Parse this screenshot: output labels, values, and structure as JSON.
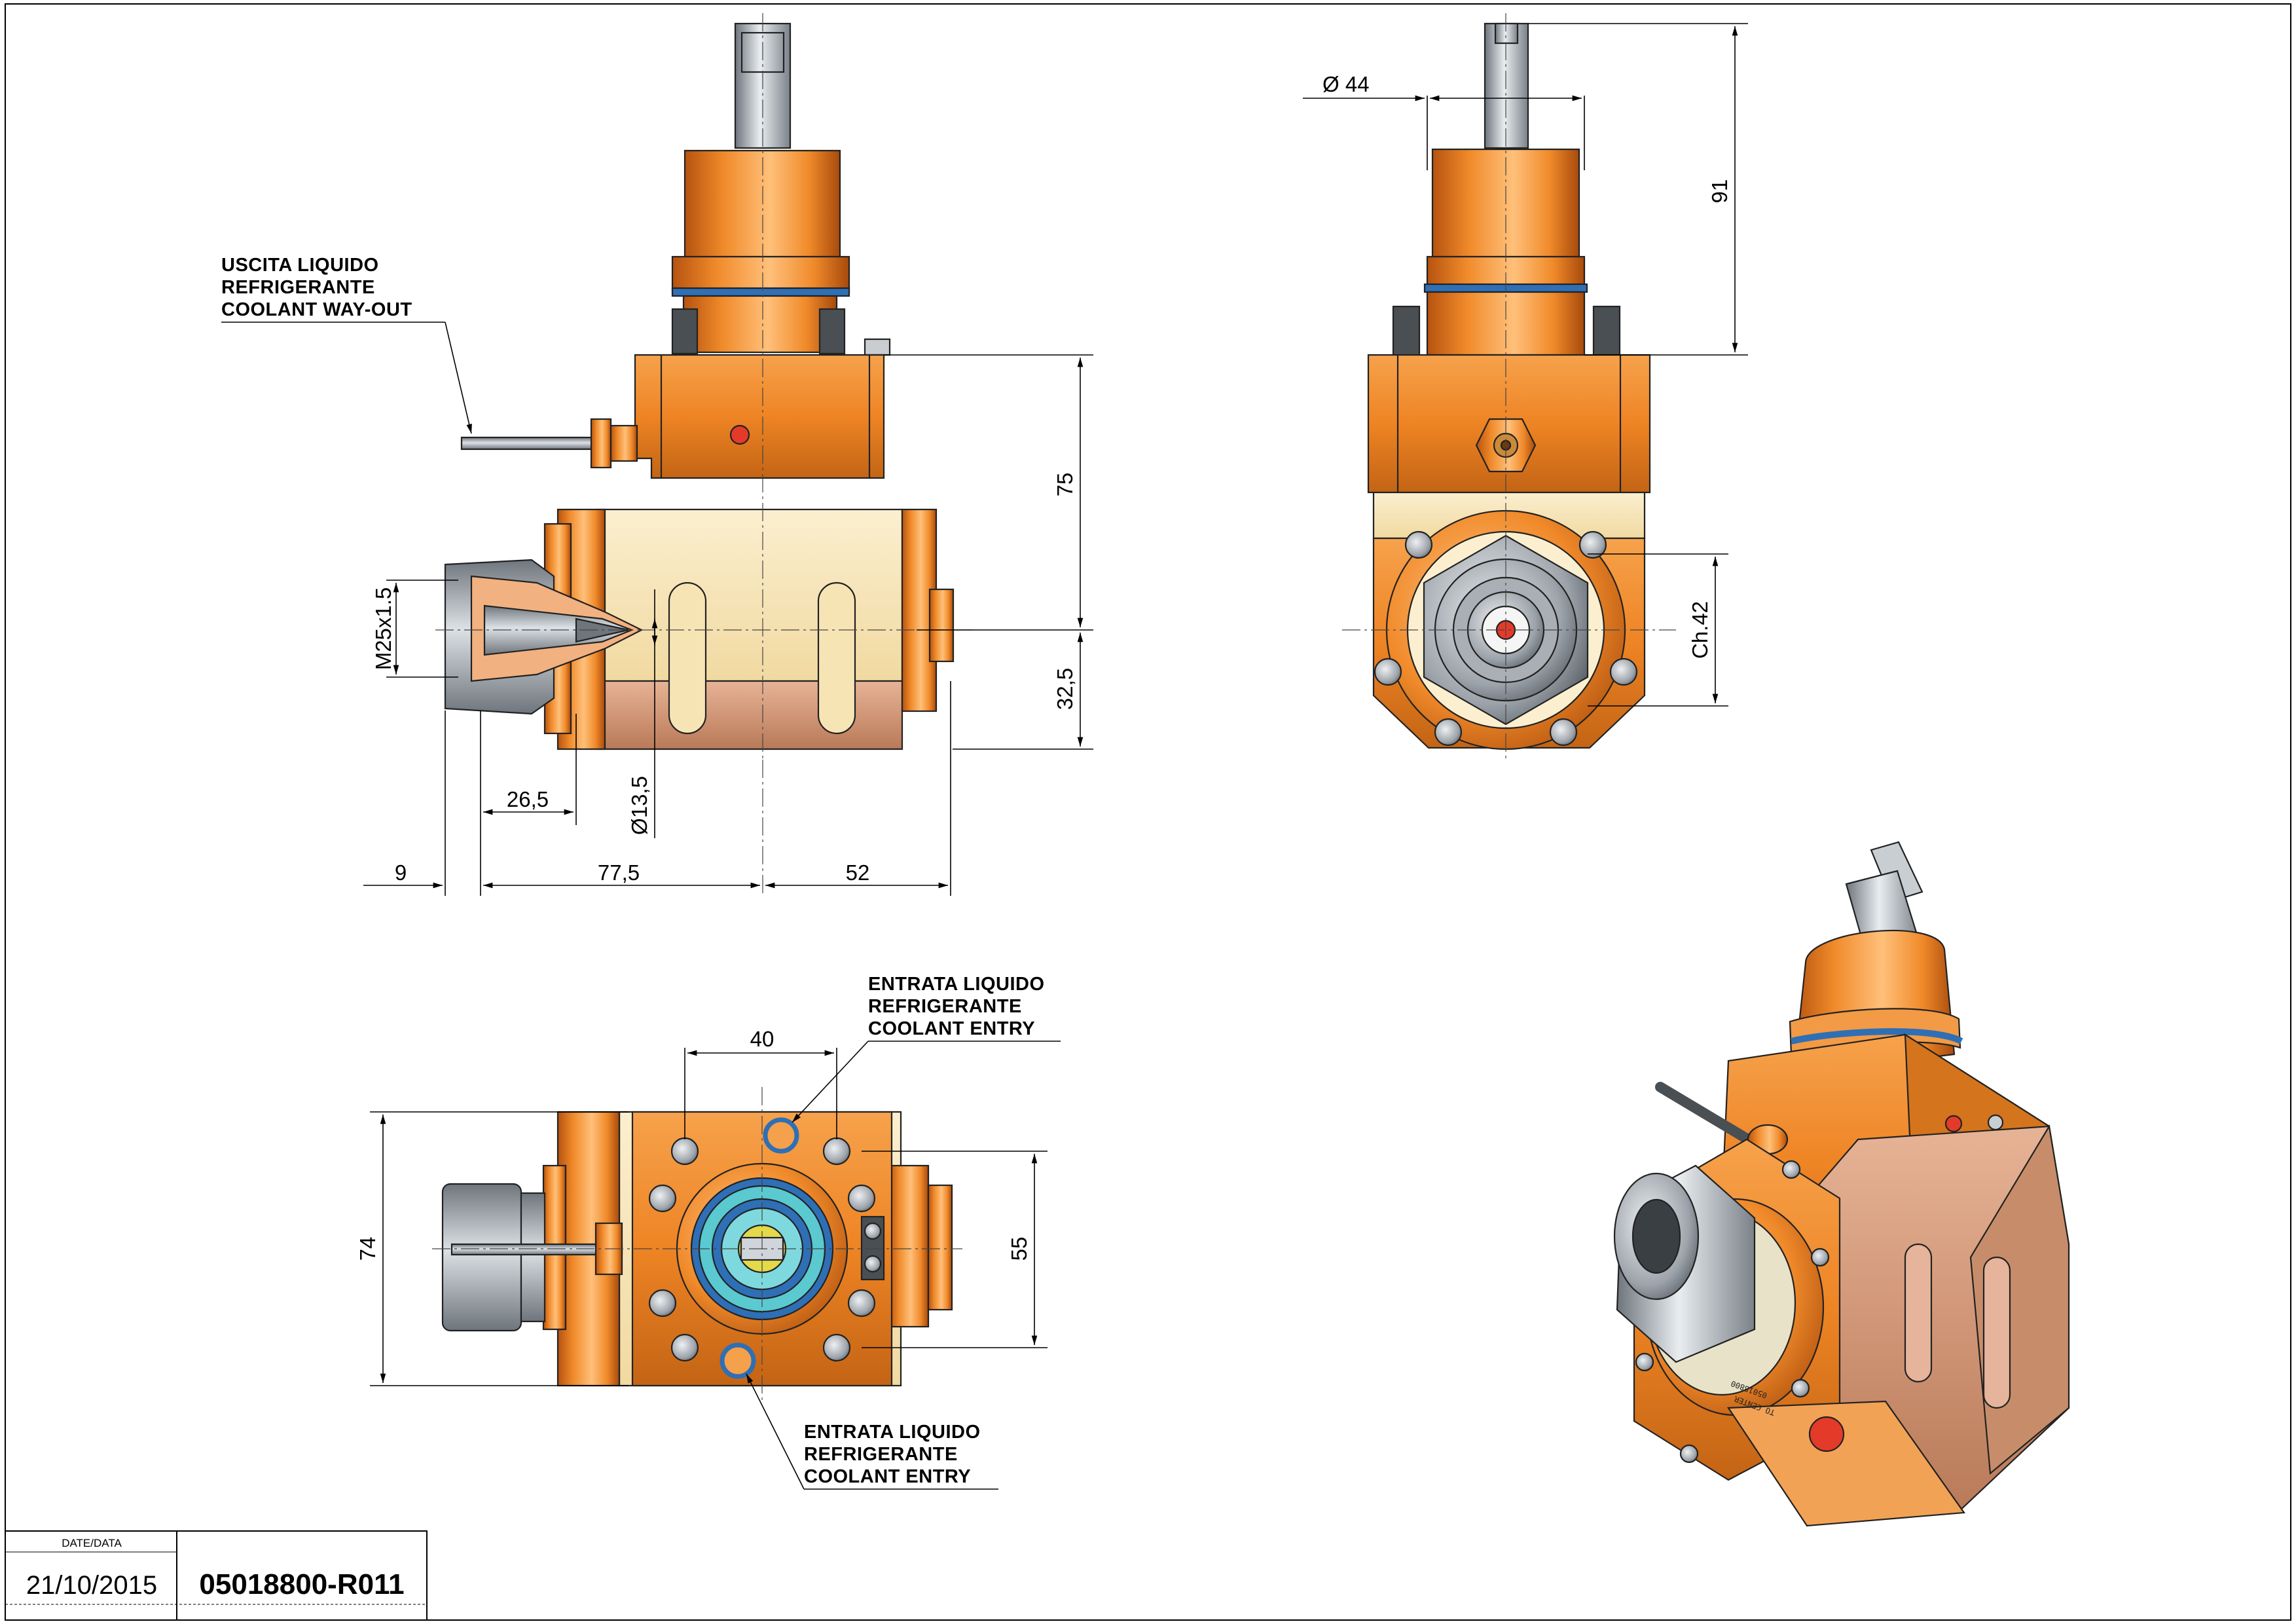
{
  "title_block": {
    "date_label": "DATE/DATA",
    "date": "21/10/2015",
    "code": "05018800-R011"
  },
  "notes": {
    "coolant_out": [
      "USCITA LIQUIDO",
      "REFRIGERANTE",
      "COOLANT WAY-OUT"
    ],
    "coolant_entry_top": [
      "ENTRATA LIQUIDO",
      "REFRIGERANTE",
      "COOLANT ENTRY"
    ],
    "coolant_entry_bottom": [
      "ENTRATA LIQUIDO",
      "REFRIGERANTE",
      "COOLANT ENTRY"
    ]
  },
  "dimensions": {
    "side_view": {
      "height_body": "75",
      "height_lower": "32,5",
      "thread": "M25x1.5",
      "length_26": "26,5",
      "dia_13": "13,5",
      "len_9": "9",
      "len_77": "77,5",
      "len_52": "52"
    },
    "front_view": {
      "dia_44": "44",
      "height_91": "91",
      "hex": "Ch.42"
    },
    "top_view": {
      "width_40": "40",
      "width_74": "74",
      "width_55": "55"
    }
  },
  "iso_marking": [
    "05018800",
    "TO CENTER"
  ],
  "colors": {
    "orange": "#F08A2A",
    "orange_dark": "#B85A12",
    "cream": "#F8E6B6",
    "copper": "#D69A7A",
    "steel": "#9DA3AA",
    "blue_ring": "#2F6FB5",
    "red_port": "#E43A2A"
  }
}
